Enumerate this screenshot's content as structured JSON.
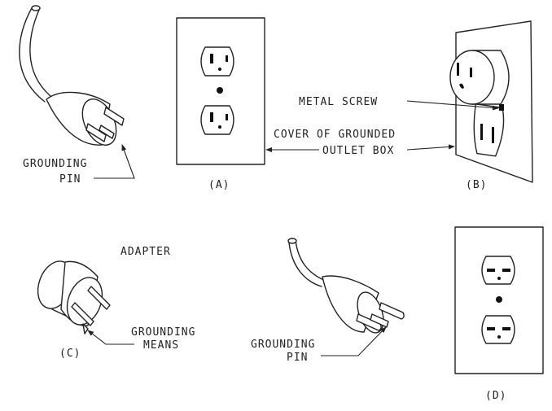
{
  "figure": {
    "type": "technical illustration",
    "subject": "grounded plugs, outlets and adapter"
  },
  "panels": {
    "plug_top": {
      "label_line1": "GROUNDING",
      "label_line2": "PIN"
    },
    "a": {
      "caption": "(A)"
    },
    "b": {
      "caption": "(B)",
      "screw_label": "METAL SCREW"
    },
    "shared": {
      "cover_line1": "COVER OF GROUNDED",
      "cover_line2": "OUTLET BOX"
    },
    "c": {
      "title": "ADAPTER",
      "caption": "(C)",
      "label_line1": "GROUNDING",
      "label_line2": "MEANS"
    },
    "plug_bottom": {
      "label_line1": "GROUNDING",
      "label_line2": "PIN"
    },
    "d": {
      "caption": "(D)"
    }
  }
}
